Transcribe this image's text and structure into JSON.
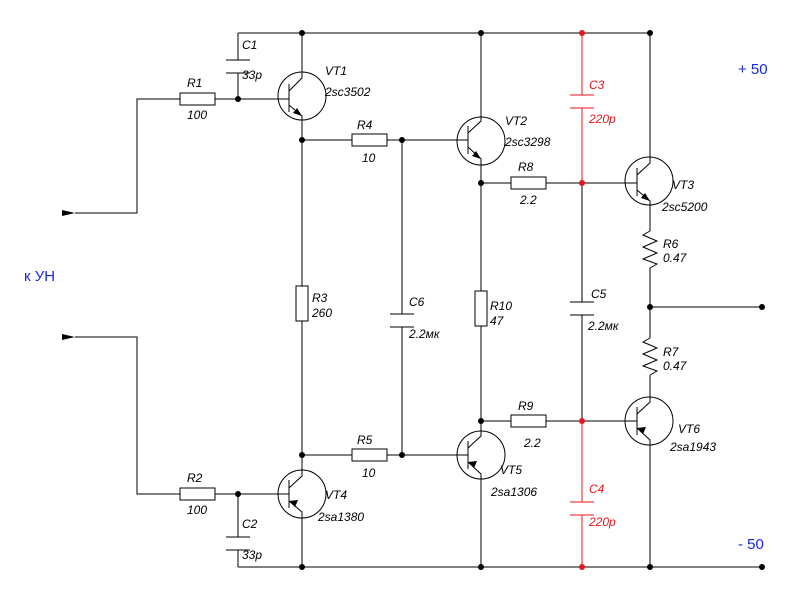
{
  "supply": {
    "plus": "+ 50",
    "minus": "- 50"
  },
  "input_label": "к УН",
  "components": {
    "R1": {
      "ref": "R1",
      "value": "100"
    },
    "R2": {
      "ref": "R2",
      "value": "100"
    },
    "R3": {
      "ref": "R3",
      "value": "260"
    },
    "R4": {
      "ref": "R4",
      "value": "10"
    },
    "R5": {
      "ref": "R5",
      "value": "10"
    },
    "R6": {
      "ref": "R6",
      "value": "0.47"
    },
    "R7": {
      "ref": "R7",
      "value": "0.47"
    },
    "R8": {
      "ref": "R8",
      "value": "2.2"
    },
    "R9": {
      "ref": "R9",
      "value": "2.2"
    },
    "R10": {
      "ref": "R10",
      "value": "47"
    },
    "C1": {
      "ref": "C1",
      "value": "33p"
    },
    "C2": {
      "ref": "C2",
      "value": "33p"
    },
    "C3": {
      "ref": "C3",
      "value": "220p"
    },
    "C4": {
      "ref": "C4",
      "value": "220p"
    },
    "C5": {
      "ref": "C5",
      "value": "2.2мк"
    },
    "C6": {
      "ref": "C6",
      "value": "2.2мк"
    },
    "VT1": {
      "ref": "VT1",
      "part": "2sc3502"
    },
    "VT2": {
      "ref": "VT2",
      "part": "2sc3298"
    },
    "VT3": {
      "ref": "VT3",
      "part": "2sc5200"
    },
    "VT4": {
      "ref": "VT4",
      "part": "2sa1380"
    },
    "VT5": {
      "ref": "VT5",
      "part": "2sa1306"
    },
    "VT6": {
      "ref": "VT6",
      "part": "2sa1943"
    }
  },
  "colors": {
    "wire": "#000000",
    "highlight": "#e8161c",
    "supply_text": "#1428e0"
  }
}
